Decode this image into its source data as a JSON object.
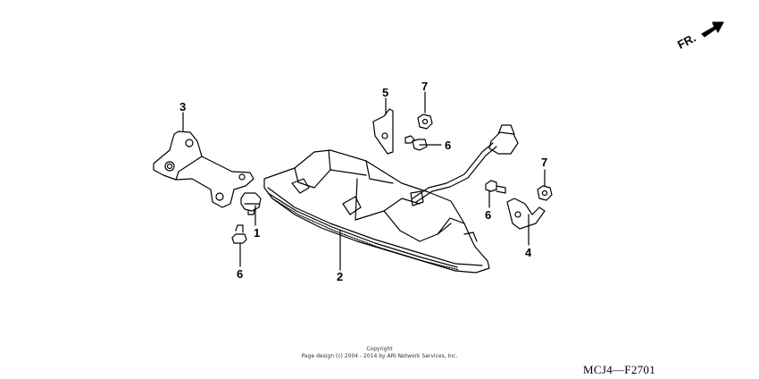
{
  "direction_marker": {
    "label": "FR.",
    "icon": "forward-arrow-icon"
  },
  "callouts": {
    "bolt_left": "1",
    "lens_housing": "2",
    "bracket_left": "3",
    "bracket_right": "4",
    "bracket_top": "5",
    "screw_top": "6",
    "screw_left_bottom": "6",
    "screw_right": "6",
    "nut_top": "7",
    "nut_right": "7"
  },
  "copyright": {
    "line1": "Copyright",
    "line2": "Page design (c) 2004 - 2014 by ARI Network Services, Inc."
  },
  "diagram_code": "MCJ4—F2701",
  "colors": {
    "line": "#000000",
    "background": "#ffffff"
  }
}
